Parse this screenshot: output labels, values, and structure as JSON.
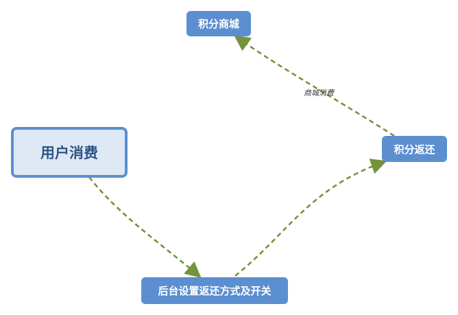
{
  "nodes": {
    "user_consumption": "用户消费",
    "points_mall": "积分商城",
    "points_rebate": "积分返还",
    "backend_settings": "后台设置返还方式及开关"
  },
  "edges": {
    "rebate_to_mall_label": "商城消费"
  },
  "colors": {
    "node_fill": "#5b8fd0",
    "main_node_fill": "#dfe8f5",
    "main_node_text": "#2c5483",
    "edge": "#76923c"
  }
}
